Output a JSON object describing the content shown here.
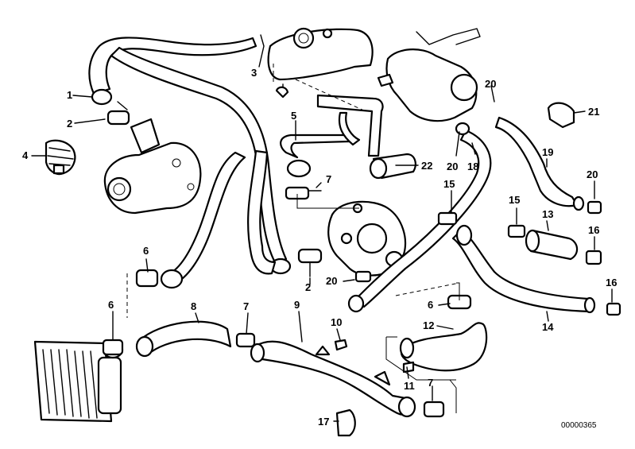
{
  "diagram": {
    "reference_code": "00000365",
    "labels": {
      "p1": "1",
      "p2a": "2",
      "p2b": "2",
      "p3": "3",
      "p4": "4",
      "p5": "5",
      "p6a": "6",
      "p6b": "6",
      "p6c": "6",
      "p7a": "7",
      "p7b": "7",
      "p7c": "7",
      "p8": "8",
      "p9": "9",
      "p10": "10",
      "p11": "11",
      "p12": "12",
      "p13": "13",
      "p14": "14",
      "p15a": "15",
      "p15b": "15",
      "p16a": "16",
      "p16b": "16",
      "p17": "17",
      "p18": "18",
      "p19": "19",
      "p20a": "20",
      "p20b": "20",
      "p20c": "20",
      "p20d": "20",
      "p21": "21",
      "p22": "22"
    }
  }
}
